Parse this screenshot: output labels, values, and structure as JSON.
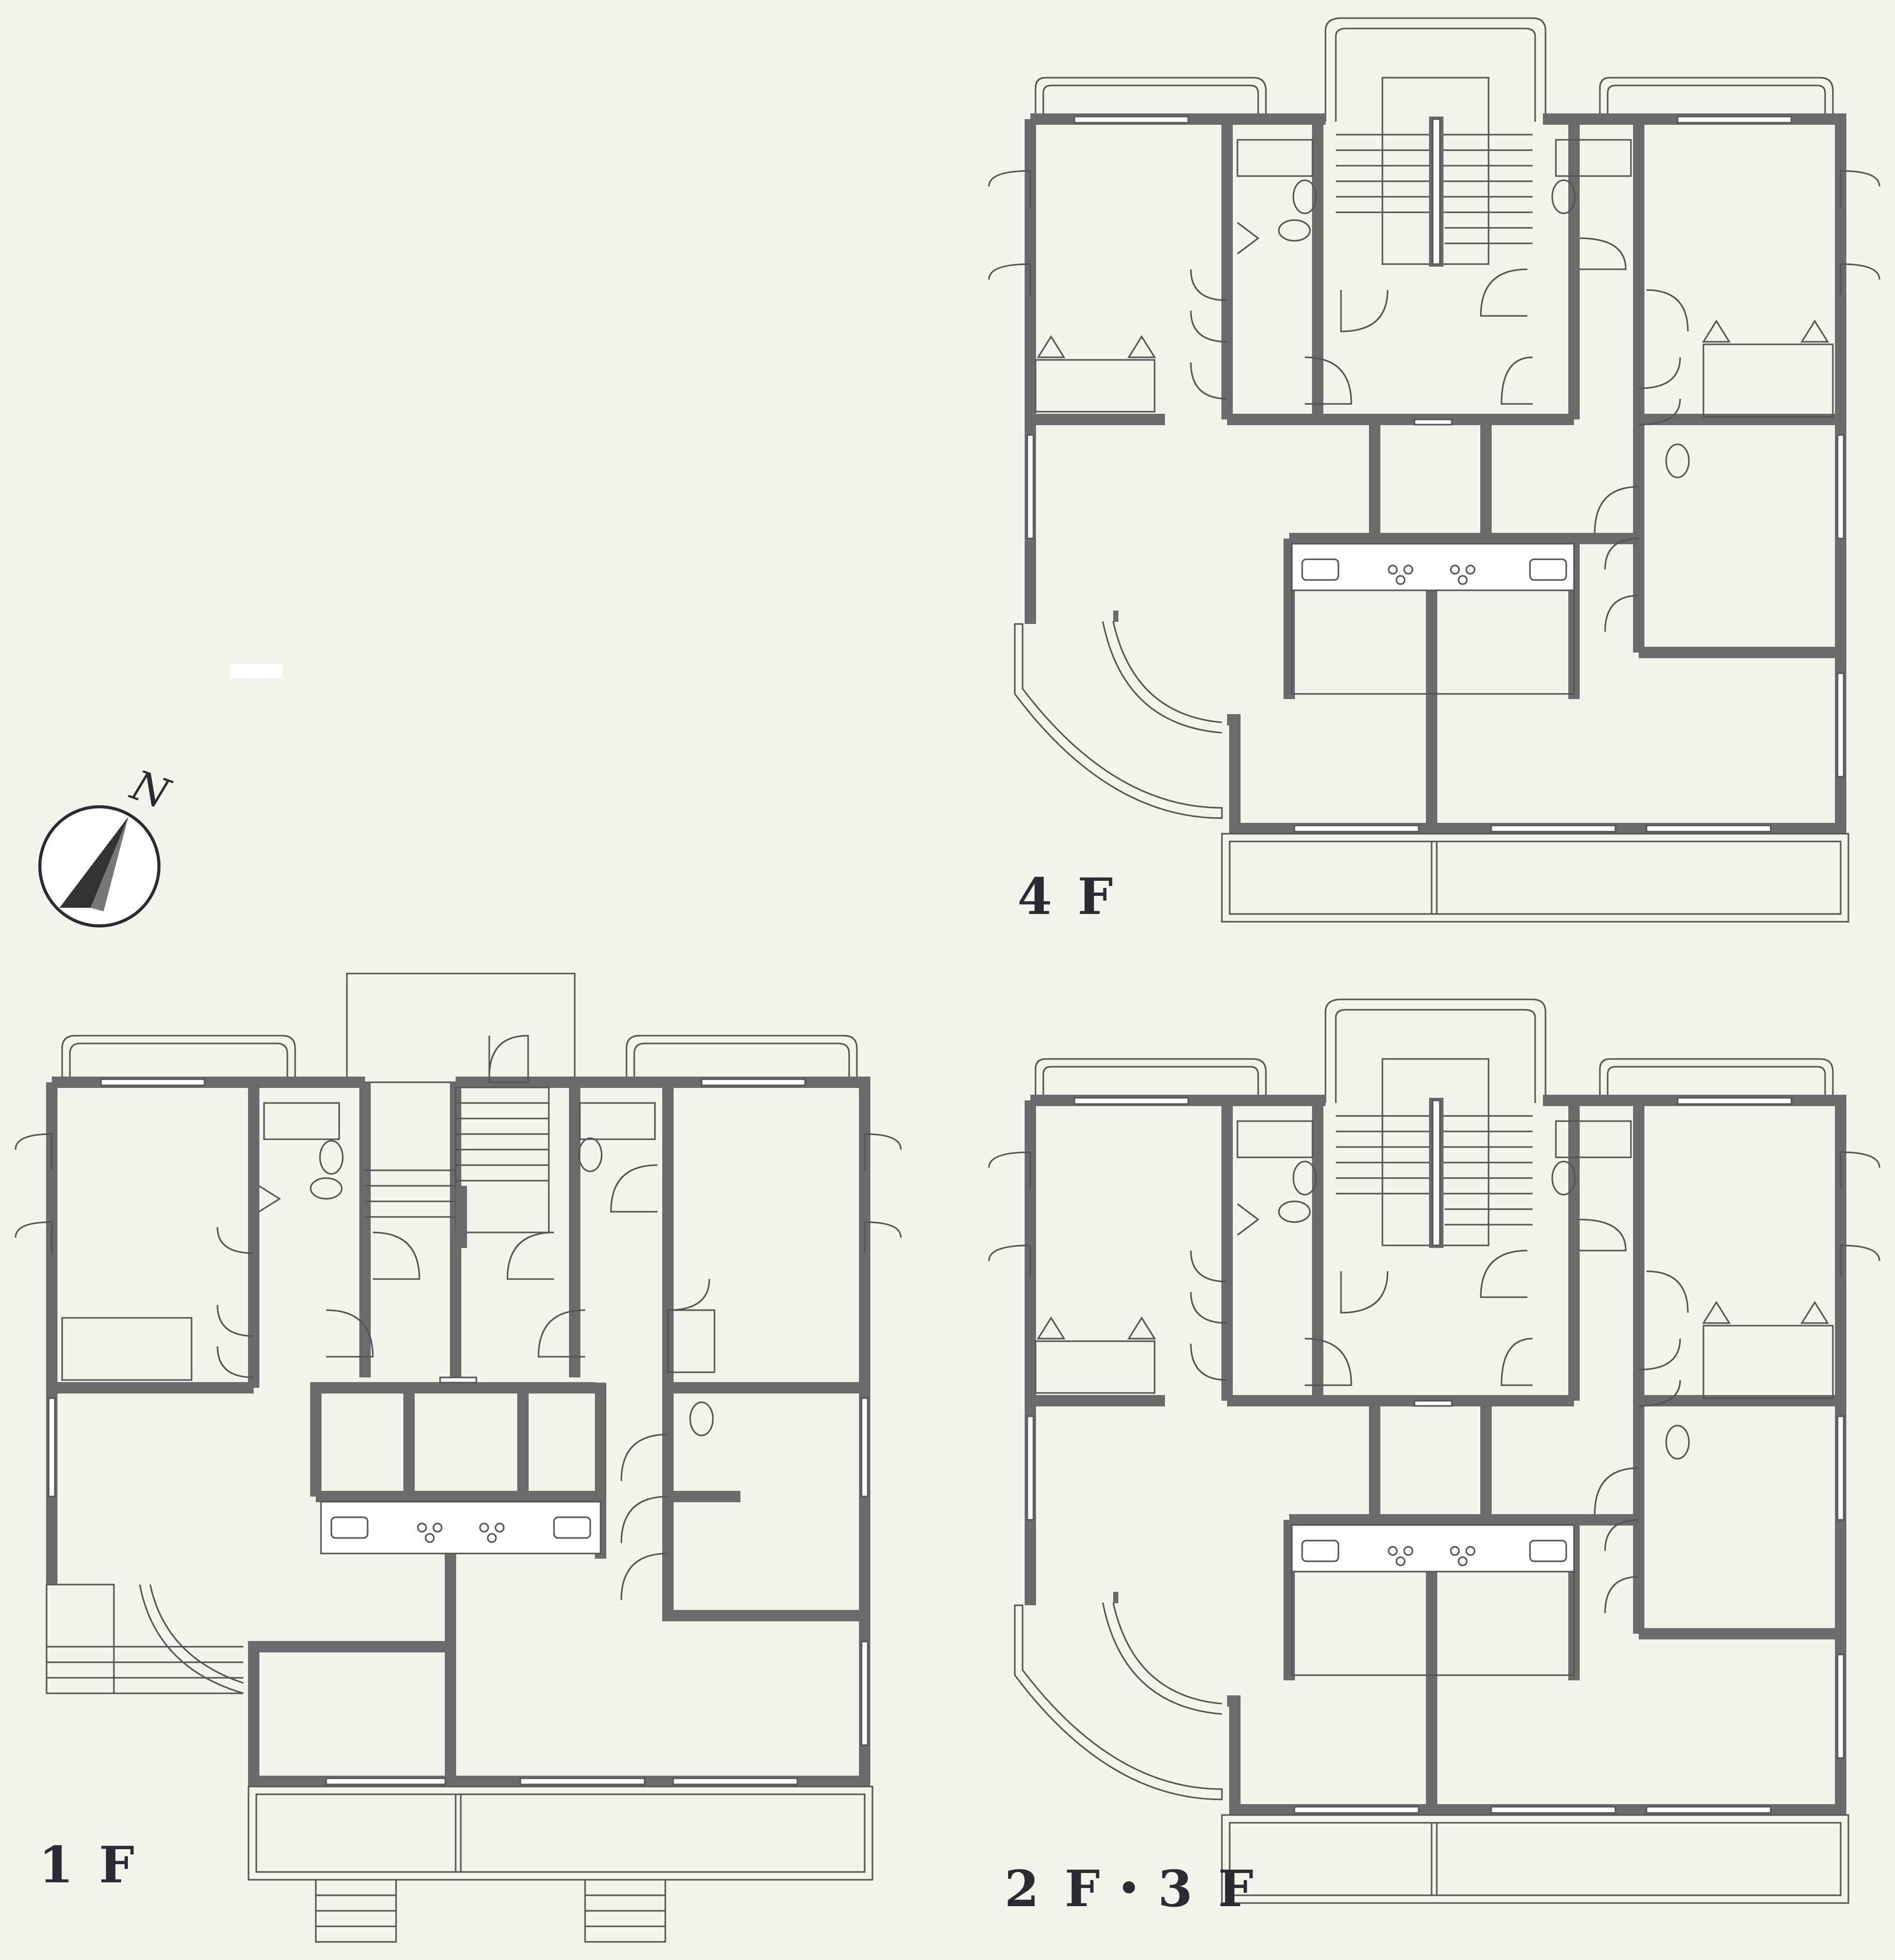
{
  "floors": [
    {
      "id": "floor-4f",
      "label": "4 F"
    },
    {
      "id": "floor-1f",
      "label": "1 F"
    },
    {
      "id": "floor-2f3f",
      "label": "2 F・3 F"
    }
  ],
  "compass": {
    "label": "N",
    "icon": "north-arrow-icon"
  },
  "colors": {
    "background": "#f4f3ec",
    "wall": "#6b6b6b",
    "line": "#555555"
  }
}
